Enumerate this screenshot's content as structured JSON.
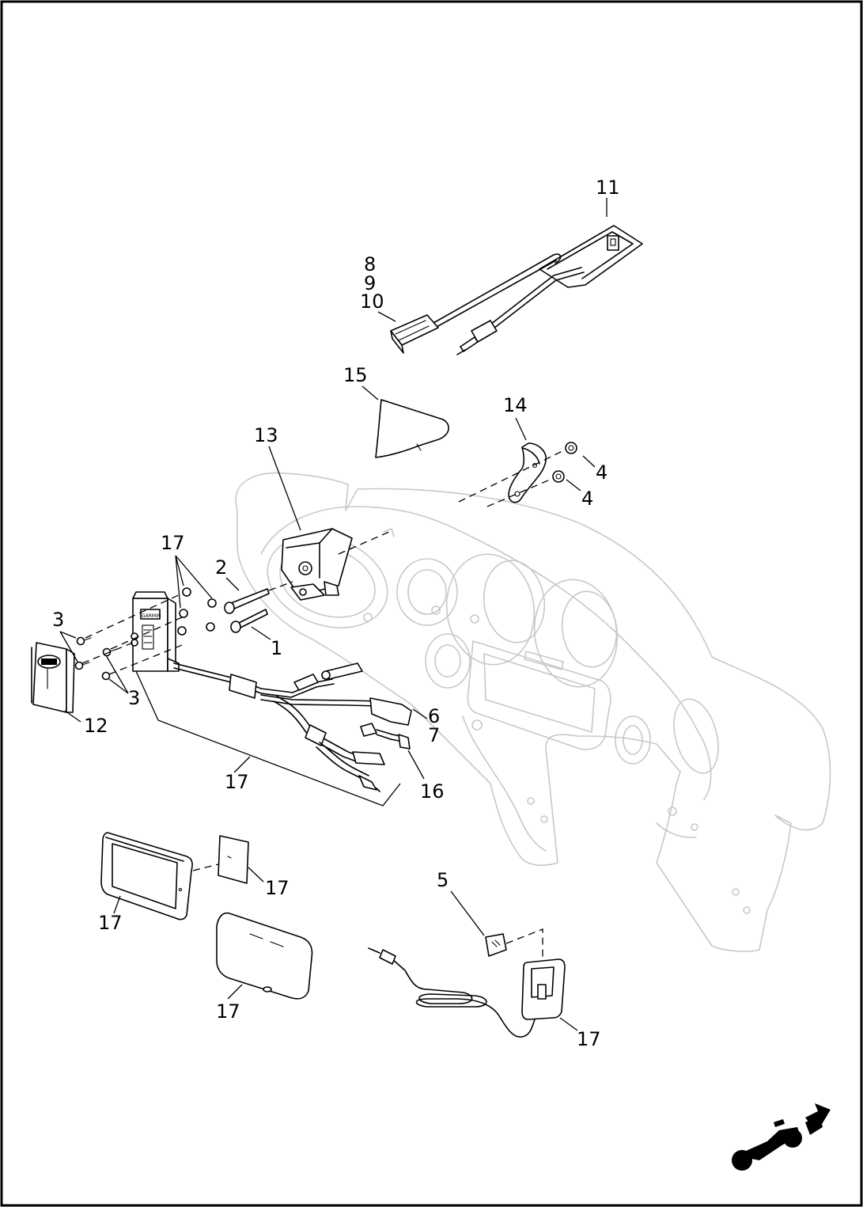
{
  "callouts": {
    "c1": "1",
    "c2": "2",
    "c3a": "3",
    "c3b": "3",
    "c4a": "4",
    "c4b": "4",
    "c5": "5",
    "c6": "6",
    "c7": "7",
    "c8": "8",
    "c9": "9",
    "c10": "10",
    "c11": "11",
    "c12": "12",
    "c13": "13",
    "c14": "14",
    "c15": "15",
    "c16": "16",
    "c17a": "17",
    "c17b": "17",
    "c17c": "17",
    "c17d": "17",
    "c17e": "17",
    "c17f": "17"
  },
  "cradle_logo_text": "GARMIN",
  "icons": {
    "direction": "motorcycle-forward-arrow-icon"
  }
}
